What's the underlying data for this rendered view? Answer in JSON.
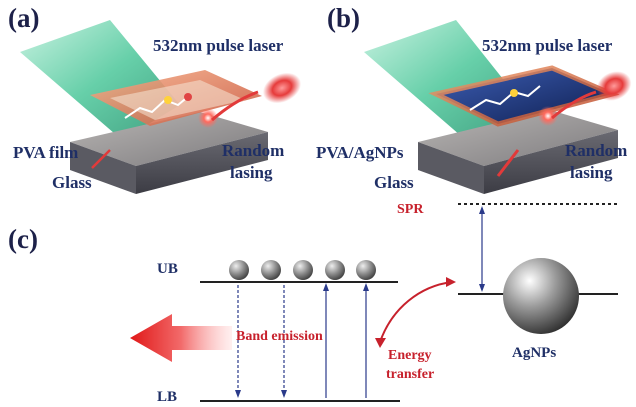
{
  "panel_a": {
    "tag": "(a)",
    "laser": "532nm pulse laser",
    "film": "PVA film",
    "substrate": "Glass",
    "output": [
      "Random",
      "lasing"
    ]
  },
  "panel_b": {
    "tag": "(b)",
    "laser": "532nm pulse laser",
    "film": "PVA/AgNPs",
    "substrate": "Glass",
    "output": [
      "Random",
      "lasing"
    ]
  },
  "panel_c": {
    "tag": "(c)",
    "spr": "SPR",
    "upper_band": "UB",
    "lower_band": "LB",
    "emission": "Band emission",
    "transfer": [
      "Energy",
      "transfer"
    ],
    "particle": "AgNPs"
  },
  "colors": {
    "navy_text": "#1f2f66",
    "red_text": "#c7212c",
    "laser_green": "#4cc79a",
    "lasing_red": "#e23a3a"
  }
}
